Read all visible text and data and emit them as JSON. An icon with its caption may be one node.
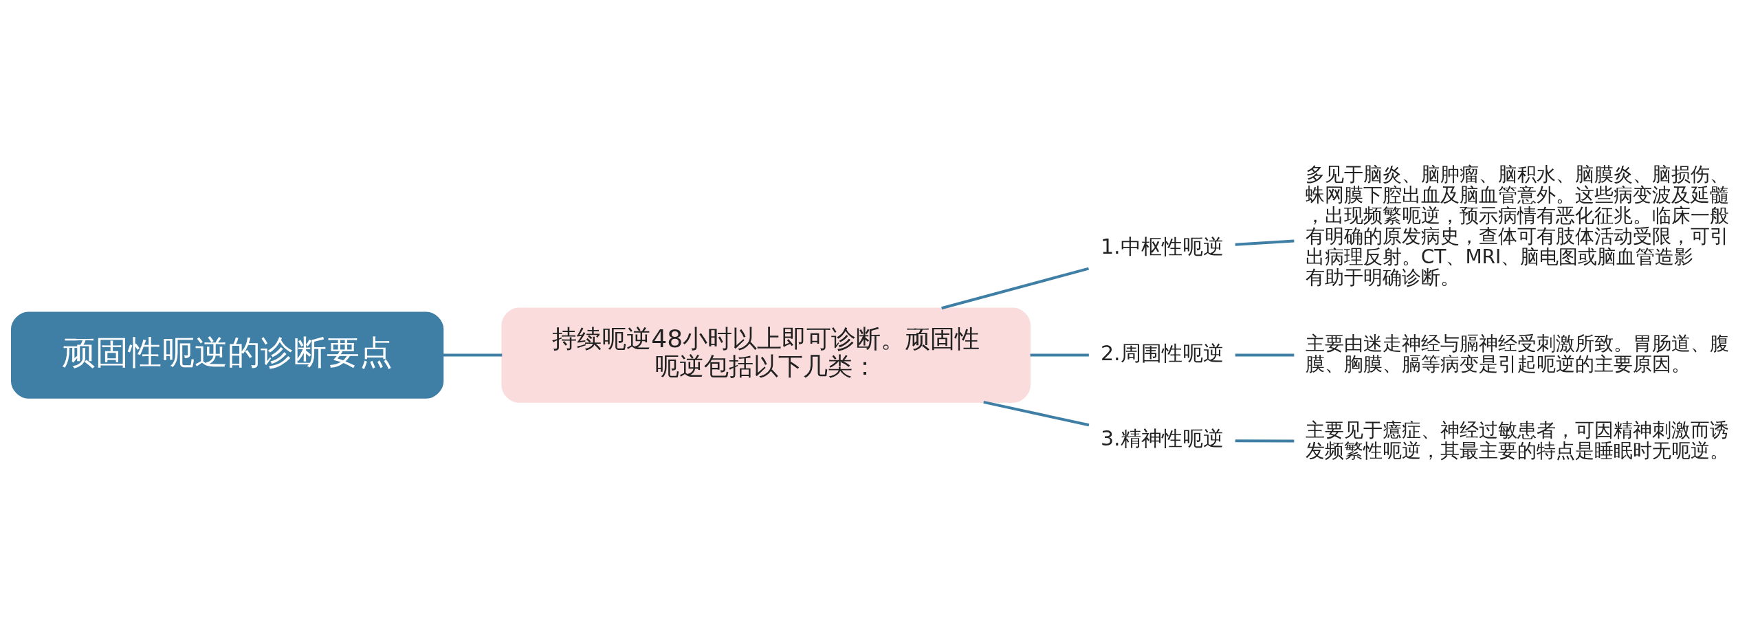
{
  "diagram": {
    "nodes": [
      {
        "text": [
          "顽固性呃逆的诊断要点"
        ]
      },
      {
        "text": [
          "持续呃逆48小时以上即可诊断。顽固性呃逆包括以下几类："
        ]
      },
      {
        "text": [
          "1.中枢性呃逆"
        ]
      },
      {
        "text": [
          "多见于脑炎、脑肿瘤、脑积水、脑膜炎、脑损伤、蛛网膜下腔出血及脑血管意外。这些病变波及延髓，出现频繁呃逆，预示病情有恶化征兆。临床一般有明确的原发病史，查体可有肢体活动受限，可引出病理反射。CT、MRI、脑电图或脑血管造影有助于明确诊断。"
        ]
      },
      {
        "text": [
          "2.周围性呃逆"
        ]
      },
      {
        "text": [
          "主要由迷走神经与膈神经受刺激所致。胃肠道、腹膜、胸膜、膈等病变是引起呃逆的主要原因。"
        ]
      },
      {
        "text": [
          "3.精神性呃逆"
        ]
      },
      {
        "text": [
          "主要见于癔症、神经过敏患者，可因精神刺激而诱发频繁性呃逆，其最主要的特点是睡眠时无呃逆。"
        ]
      }
    ],
    "edges": [
      {
        "from": 0,
        "to": 1,
        "arrow": "none"
      },
      {
        "from": 1,
        "to": 2,
        "arrow": "none"
      },
      {
        "from": 1,
        "to": 4,
        "arrow": "none"
      },
      {
        "from": 1,
        "to": 6,
        "arrow": "none"
      },
      {
        "from": 2,
        "to": 3,
        "arrow": "none"
      },
      {
        "from": 4,
        "to": 5,
        "arrow": "none"
      },
      {
        "from": 6,
        "to": 7,
        "arrow": "none"
      }
    ]
  }
}
